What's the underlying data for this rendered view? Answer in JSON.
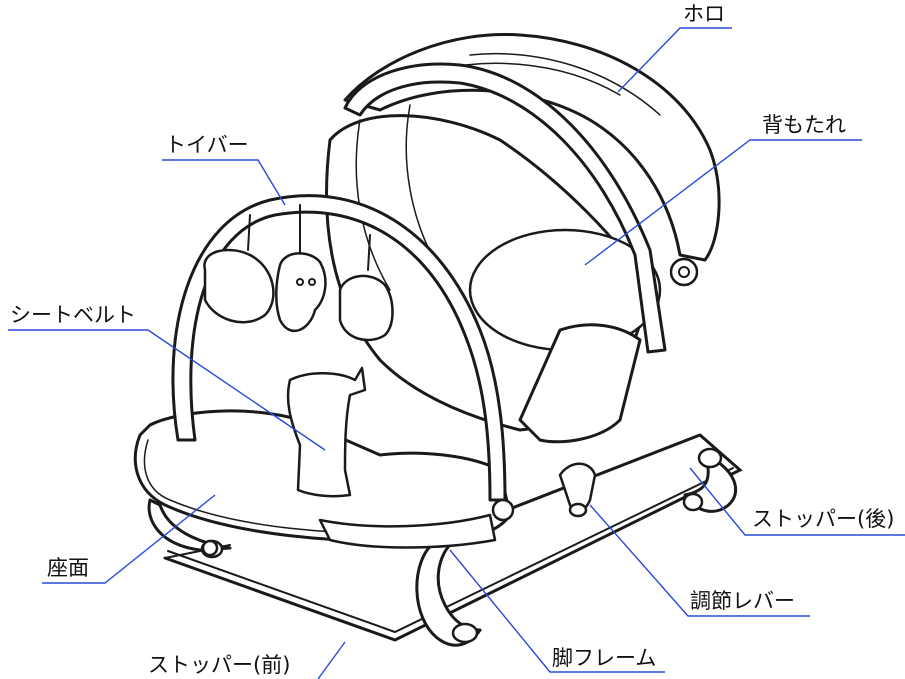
{
  "labels": {
    "hood": "ホロ",
    "backrest": "背もたれ",
    "toy_bar": "トイバー",
    "seat_belt": "シートベルト",
    "stopper_rear": "ストッパー(後)",
    "adjust_lever": "調節レバー",
    "seat": "座面",
    "leg_frame": "脚フレーム",
    "stopper_front": "ストッパー(前)"
  },
  "colors": {
    "leader_line": "#2a4ad8",
    "outline": "#1a1a1a",
    "background": "#ffffff"
  }
}
